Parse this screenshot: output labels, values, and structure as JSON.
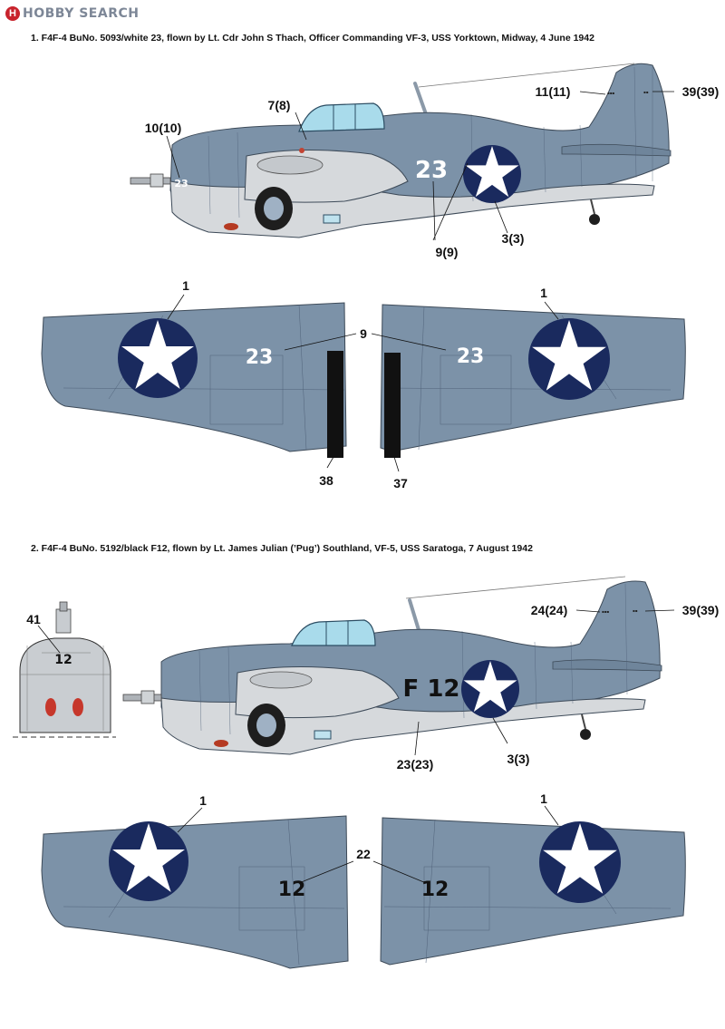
{
  "watermark": {
    "mark": "H",
    "text": "HOBBY SEARCH"
  },
  "colors": {
    "blue_gray": "#7c92a8",
    "light_gray": "#d6d9dc",
    "insignia_blue": "#1a2a5e",
    "white": "#ffffff",
    "black": "#111111"
  },
  "profile1": {
    "caption": "1. F4F-4 BuNo. 5093/white 23, flown by Lt. Cdr John S Thach, Officer Commanding VF-3, USS Yorktown, Midway, 4 June 1942",
    "fuselage_number": "23",
    "labels": {
      "l10": "10(10)",
      "l7": "7(8)",
      "l11": "11(11)",
      "l39": "39(39)",
      "l9": "9(9)",
      "l3": "3(3)"
    },
    "wing_labels": {
      "left_insignia": "1",
      "right_insignia": "1",
      "wing_number_callout": "9",
      "left_stripe": "38",
      "right_stripe": "37"
    },
    "wing_number": "23"
  },
  "profile2": {
    "caption": "2. F4F-4 BuNo. 5192/black F12, flown by Lt. James Julian (’Pug’) Southland, VF-5, USS Saratoga, 7 August 1942",
    "fuselage_code": "F 12",
    "front_view_number": "12",
    "labels": {
      "l41": "41",
      "l24": "24(24)",
      "l39": "39(39)",
      "l23": "23(23)",
      "l3": "3(3)"
    },
    "wing_labels": {
      "left_insignia": "1",
      "right_insignia": "1",
      "wing_number_callout": "22"
    },
    "wing_number": "12"
  }
}
